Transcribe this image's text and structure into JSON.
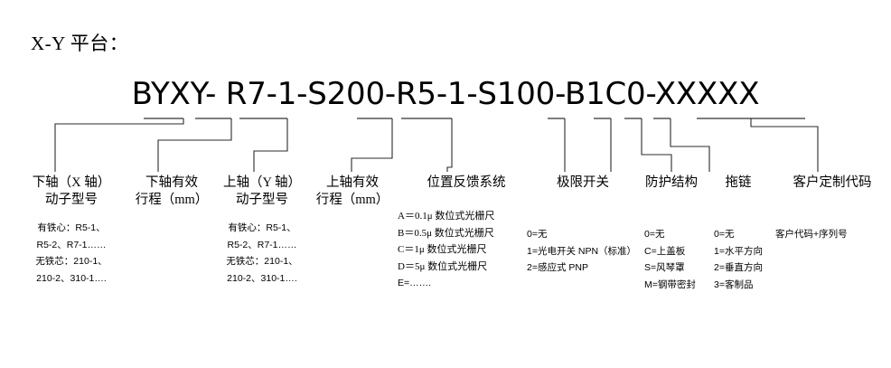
{
  "title": "X-Y 平台：",
  "model_code": "BYXY- R7-1-S200-R5-1-S100-B1C0-XXXXX",
  "columns": [
    {
      "id": "col-1",
      "name": "lower-axis-mover-model",
      "head_line1": "下轴（X 轴）",
      "head_line2": "动子型号",
      "options": [
        "有铁心：R5-1、",
        "R5-2、R7-1……",
        "无铁芯：210-1、",
        "210-2、310-1…."
      ]
    },
    {
      "id": "col-2",
      "name": "lower-axis-effective-stroke",
      "head_line1": "下轴有效",
      "head_line2": "行程（mm）",
      "options": []
    },
    {
      "id": "col-3",
      "name": "upper-axis-mover-model",
      "head_line1": "上轴（Y 轴）",
      "head_line2": "动子型号",
      "options": [
        "有铁心：R5-1、",
        "R5-2、R7-1……",
        "无铁芯：210-1、",
        "210-2、310-1…."
      ]
    },
    {
      "id": "col-4",
      "name": "upper-axis-effective-stroke",
      "head_line1": "上轴有效",
      "head_line2": "行程（mm）",
      "options": []
    },
    {
      "id": "col-5",
      "name": "position-feedback-system",
      "head_line1": "位置反馈系统",
      "head_line2": "",
      "options": [
        "A＝0.1μ 数位式光栅尺",
        "B＝0.5μ 数位式光栅尺",
        "C＝1μ 数位式光栅尺",
        "D＝5μ 数位式光栅尺",
        "E=……."
      ]
    },
    {
      "id": "col-6",
      "name": "limit-switch",
      "head_line1": "极限开关",
      "head_line2": "",
      "options": [
        "0=无",
        "1=光电开关 NPN（标准）",
        "2=感应式 PNP"
      ]
    },
    {
      "id": "col-7",
      "name": "protective-structure",
      "head_line1": "防护结构",
      "head_line2": "",
      "options": [
        "0=无",
        "C=上盖板",
        "S=风琴罩",
        "M=钢带密封"
      ]
    },
    {
      "id": "col-8",
      "name": "cable-chain",
      "head_line1": "拖链",
      "head_line2": "",
      "options": [
        "0=无",
        "1=水平方向",
        "2=垂直方向",
        "3=客制品"
      ]
    },
    {
      "id": "col-9",
      "name": "customer-custom-code",
      "head_line1": "客户定制代码",
      "head_line2": "",
      "options": [
        "客户代码+序列号"
      ]
    }
  ],
  "colors": {
    "background": "#ffffff",
    "text": "#000000",
    "line": "#2b2b2b",
    "tick": "#555555"
  }
}
